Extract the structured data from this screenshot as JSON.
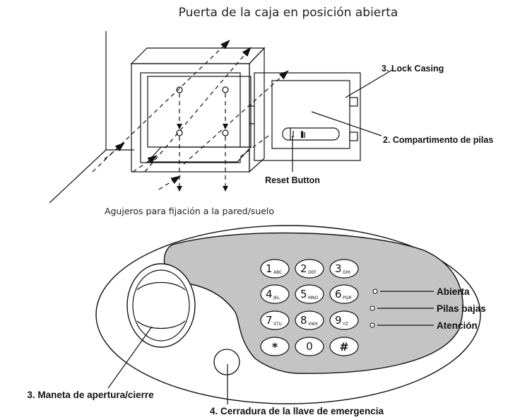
{
  "header": {
    "title": "Puerta de la caja en posición abierta"
  },
  "safe": {
    "lock_casing_label": "3. Lock Casing",
    "battery_label": "2. Compartimento de pilas",
    "reset_label": "Reset Button",
    "mount_holes_label": "Agujeros para fijación a la pared/suelo"
  },
  "panel": {
    "handle_label": "3. Maneta de apertura/cierre",
    "emergency_lock_label": "4. Cerradura de la llave de emergencia",
    "keys": [
      {
        "digit": "1",
        "letters": "ABC"
      },
      {
        "digit": "2",
        "letters": "DEF"
      },
      {
        "digit": "3",
        "letters": "GHI"
      },
      {
        "digit": "4",
        "letters": "JKL"
      },
      {
        "digit": "5",
        "letters": "MNO"
      },
      {
        "digit": "6",
        "letters": "PQR"
      },
      {
        "digit": "7",
        "letters": "STU"
      },
      {
        "digit": "8",
        "letters": "VWX"
      },
      {
        "digit": "9",
        "letters": "YZ"
      },
      {
        "digit": "*",
        "letters": ""
      },
      {
        "digit": "0",
        "letters": ""
      },
      {
        "digit": "#",
        "letters": ""
      }
    ],
    "indicators": [
      {
        "label": "Abierta"
      },
      {
        "label": "Pilas bajas"
      },
      {
        "label": "Atención"
      }
    ],
    "keypad_color": "#c4c4c4"
  }
}
